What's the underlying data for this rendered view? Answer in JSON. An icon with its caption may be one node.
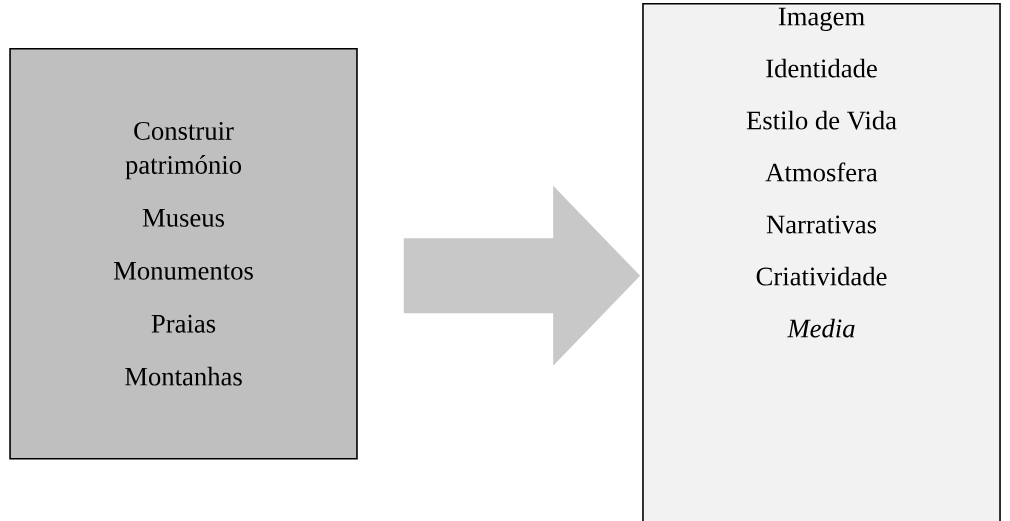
{
  "diagram": {
    "nodes": [
      {
        "text": [
          "Construir património",
          "Museus",
          "Monumentos",
          "Praias",
          "Montanhas"
        ]
      },
      {
        "text": [
          "Imagem",
          "Identidade",
          "Estilo de Vida",
          "Atmosfera",
          "Narrativas",
          "Criatividade",
          "*Media*"
        ]
      }
    ],
    "edges": [
      {
        "from": 0,
        "to": 1,
        "arrow": "to"
      }
    ]
  }
}
